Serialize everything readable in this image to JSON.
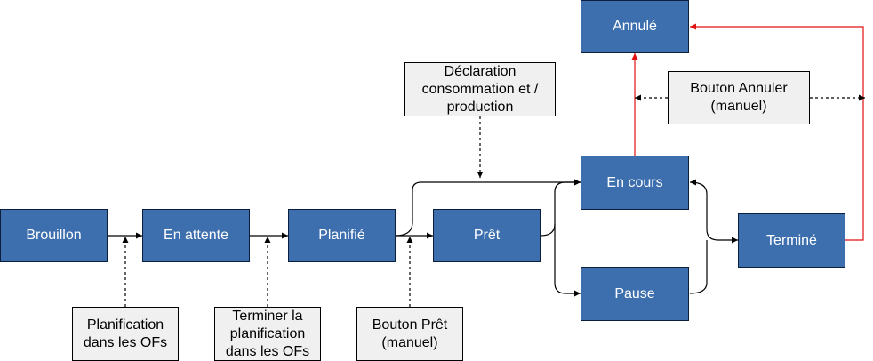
{
  "states": {
    "brouillon": "Brouillon",
    "en_attente": "En attente",
    "planifie": "Planifié",
    "pret": "Prêt",
    "en_cours": "En cours",
    "pause": "Pause",
    "termine": "Terminé",
    "annule": "Annulé"
  },
  "notes": {
    "planification_ofs": "Planification\ndans les OFs",
    "terminer_planification": "Terminer la\nplanification\ndans les OFs",
    "bouton_pret": "Bouton Prêt\n(manuel)",
    "declaration": "Déclaration\nconsommation et /\nproduction",
    "bouton_annuler": "Bouton Annuler\n(manuel)"
  },
  "colors": {
    "state_fill": "#3d6fae",
    "state_border": "#0b1f3c",
    "note_fill": "#f0f0f0",
    "cancel_edge": "#e01010",
    "edge": "#000000"
  }
}
